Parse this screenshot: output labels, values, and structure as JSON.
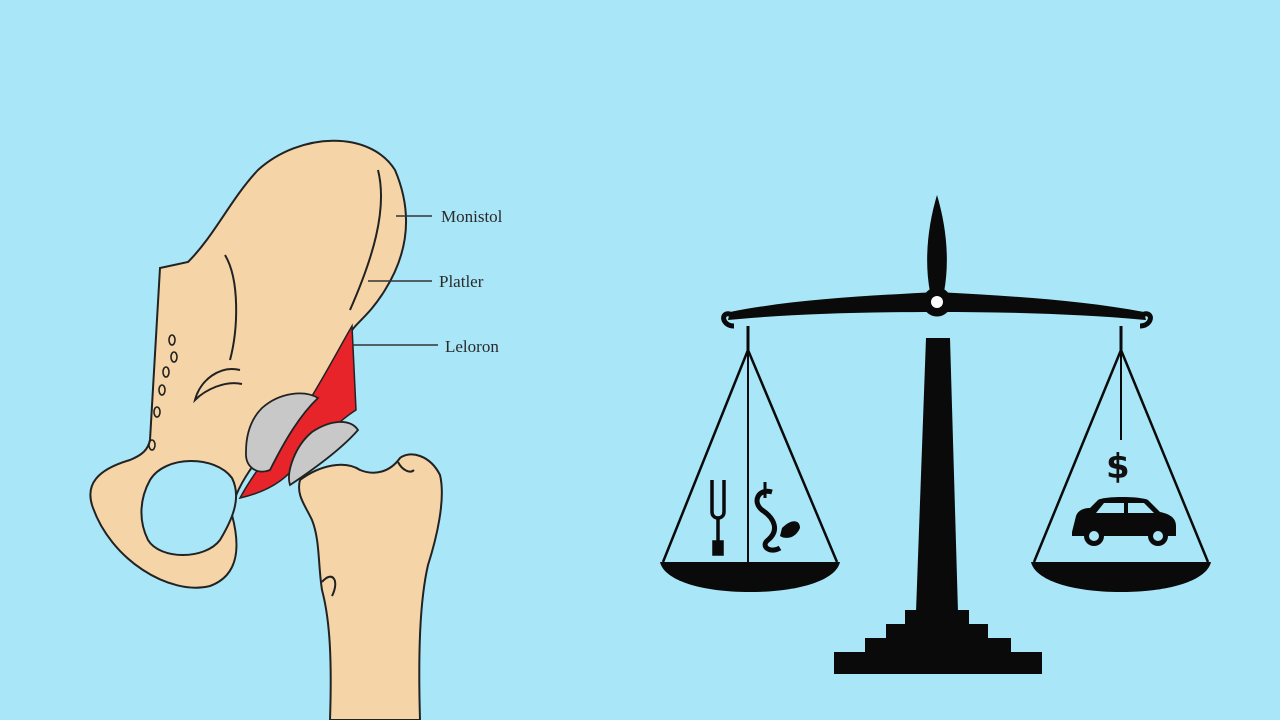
{
  "colors": {
    "background": "#a8e6f8",
    "bone": "#f5d5a8",
    "outline": "#222222",
    "cartilage": "#c8c8c8",
    "inflammation": "#e8242b",
    "scale": "#0a0a0a"
  },
  "hip_diagram": {
    "labels": [
      {
        "text": "Monistol"
      },
      {
        "text": "Platler"
      },
      {
        "text": "Leloron"
      }
    ]
  },
  "scale": {
    "left_pan_icons": [
      "tuning-fork-icon",
      "snake-icon"
    ],
    "right_pan_symbol": "$",
    "right_pan_icons": [
      "car-icon"
    ]
  }
}
